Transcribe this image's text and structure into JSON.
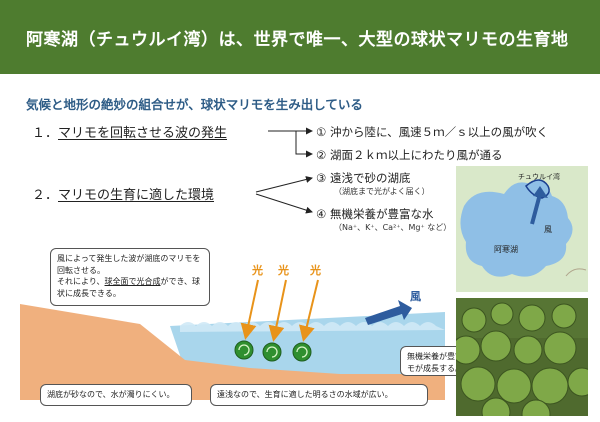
{
  "header": {
    "title": "阿寒湖（チュウルイ湾）は、世界で唯一、大型の球状マリモの生育地"
  },
  "subtitle": "気候と地形の絶妙の組合せが、球状マリモを生み出している",
  "points": [
    {
      "num": "１．",
      "text": "マリモを回転させる波の発生"
    },
    {
      "num": "２．",
      "text": "マリモの生育に適した環境"
    }
  ],
  "reasons": [
    {
      "text": "① 沖から陸に、風速５ｍ／ｓ以上の風が吹く"
    },
    {
      "text": "② 湖面２ｋｍ以上にわたり風が通る"
    },
    {
      "text": "③ 遠浅で砂の湖底",
      "note": "（湖底まで光がよく届く）"
    },
    {
      "text": "④ 無機栄養が豊富な水",
      "note": "（Na⁺、K⁺、Ca²⁺、Mg⁺ など）"
    }
  ],
  "callouts": {
    "wave_line1": "風によって発生した波が湖底のマリモを回転させる。",
    "wave_line2_pre": "それにより、",
    "wave_line2_u": "球全面で光合成",
    "wave_line2_post": "ができ、球状に成長できる。",
    "bottom_left": "湖底が砂なので、水が濁りにくい。",
    "bottom_center": "遠浅なので、生育に適した明るさの水域が広い。",
    "right": "無機栄養が豊富なため、マリモが成長する。"
  },
  "scene": {
    "light_labels": [
      "光",
      "光",
      "光"
    ],
    "wind_label": "風"
  },
  "map": {
    "bay_label": "チュウルイ湾",
    "wind_label": "風",
    "lake_label": "阿寒湖"
  },
  "colors": {
    "header": "#4e7c2f",
    "subtitle": "#2e5c86",
    "water": "#a9d6ec",
    "sand": "#f0b07e",
    "marimo": "#2f8f2f",
    "light": "#e8931a",
    "wind": "#2e5c9e"
  }
}
